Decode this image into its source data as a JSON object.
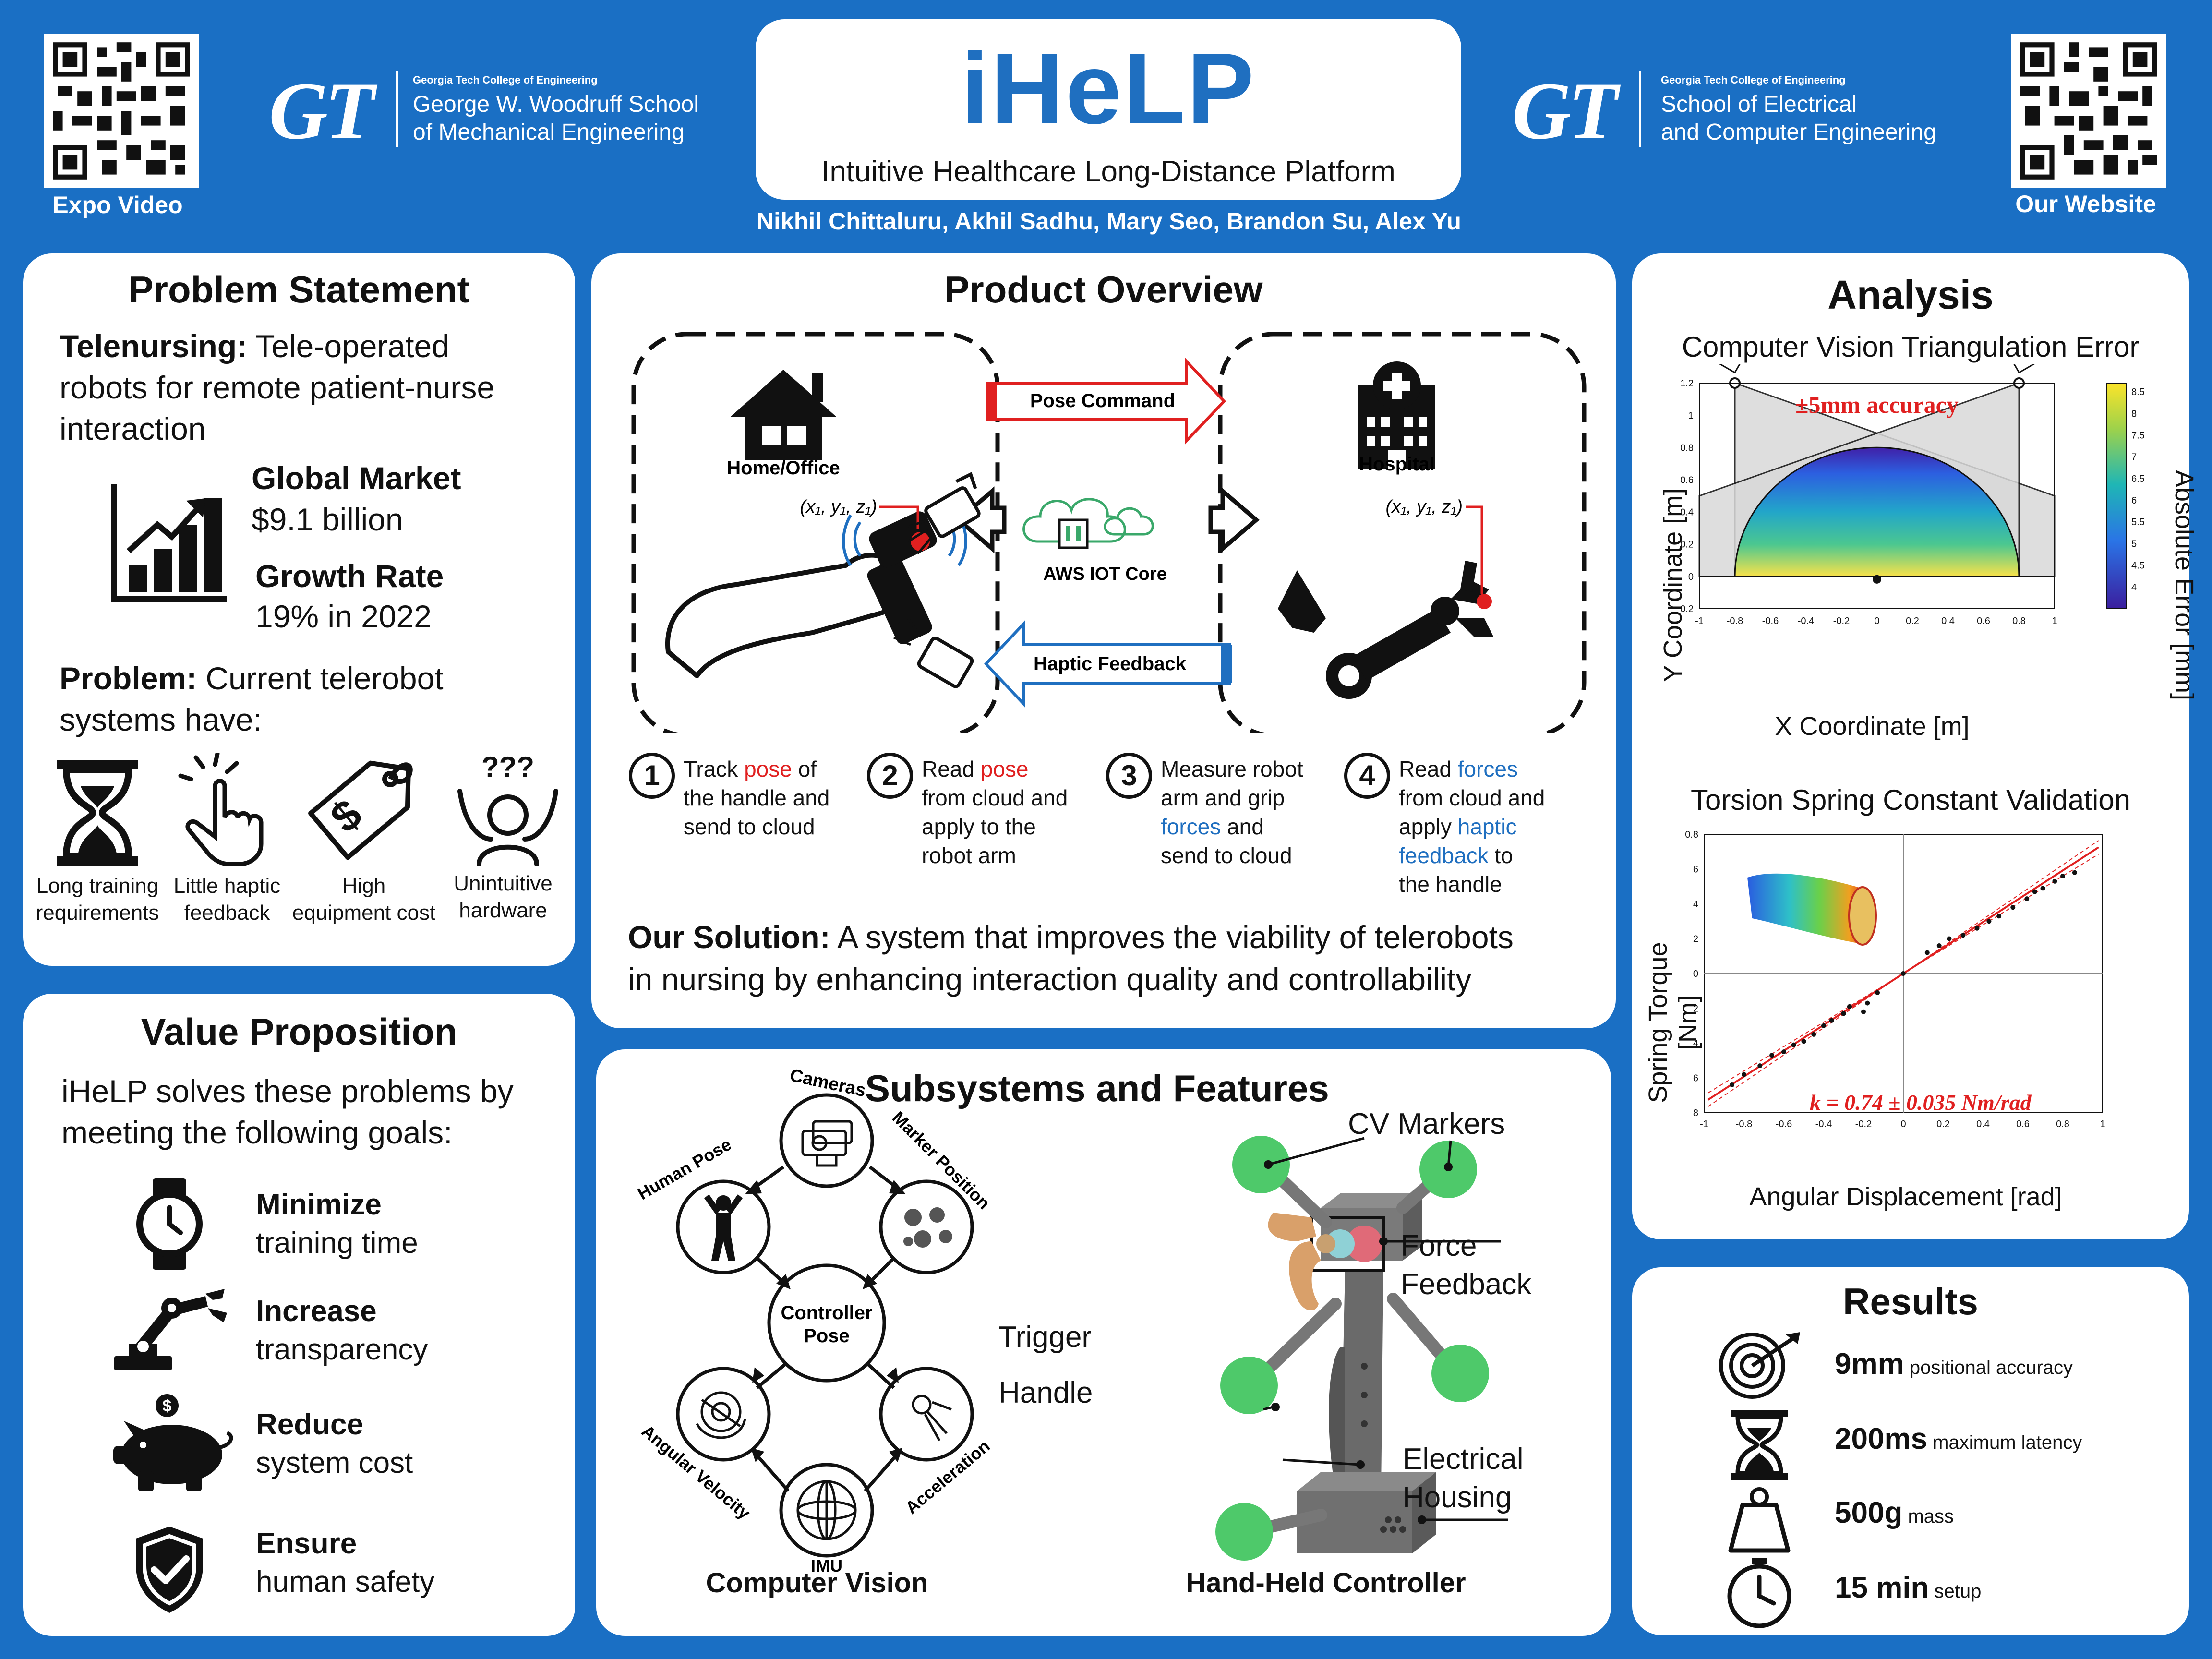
{
  "header": {
    "qr_left_label": "Expo Video",
    "qr_right_label": "Our Website",
    "me_school": {
      "college": "Georgia Tech College of Engineering",
      "line1": "George W. Woodruff School",
      "line2": "of Mechanical Engineering"
    },
    "ece_school": {
      "college": "Georgia Tech College of Engineering",
      "line1": "School of Electrical",
      "line2": "and Computer Engineering"
    },
    "logo_text": "GT",
    "title": "iHeLP",
    "subtitle": "Intuitive Healthcare Long-Distance Platform",
    "authors": "Nikhil Chittaluru, Akhil Sadhu, Mary Seo, Brandon Su, Alex Yu"
  },
  "problem": {
    "title": "Problem Statement",
    "telenursing_label": "Telenursing:",
    "telenursing_l1": " Tele-operated",
    "telenursing_l2": "robots for remote patient-nurse",
    "telenursing_l3": "interaction",
    "market_label": "Global Market",
    "market_value": "$9.1 billion",
    "growth_label": "Growth Rate",
    "growth_value": "19% in 2022",
    "problem_label": "Problem:",
    "problem_l1": " Current telerobot",
    "problem_l2": "systems have:",
    "issues": [
      {
        "l1": "Long training",
        "l2": "requirements"
      },
      {
        "l1": "Little haptic",
        "l2": "feedback"
      },
      {
        "l1": "High",
        "l2": "equipment cost"
      },
      {
        "l1": "Unintuitive",
        "l2": "hardware"
      }
    ],
    "qmarks": "???"
  },
  "value": {
    "title": "Value Proposition",
    "intro_l1": "iHeLP solves these problems by",
    "intro_l2": "meeting the following goals:",
    "goals": [
      {
        "head": "Minimize",
        "sub": "training time"
      },
      {
        "head": "Increase",
        "sub": "transparency"
      },
      {
        "head": "Reduce",
        "sub": "system cost"
      },
      {
        "head": "Ensure",
        "sub": "human safety"
      }
    ],
    "coin_symbol": "$"
  },
  "overview": {
    "title": "Product Overview",
    "home_label": "Home/Office",
    "hospital_label": "Hospital",
    "pose_command": "Pose Command",
    "haptic_feedback": "Haptic Feedback",
    "aws": "AWS IOT Core",
    "coord": "(x₁, y₁, z₁)",
    "steps": [
      {
        "n": "1",
        "a": "Track ",
        "b": "pose",
        "c": " of",
        "l2": "the handle and",
        "l3": "send to cloud",
        "l4": "",
        "l5": ""
      },
      {
        "n": "2",
        "a": "Read ",
        "b": "pose",
        "c": "",
        "l2": "from cloud and",
        "l3": "apply to the",
        "l4": "robot arm",
        "l5": ""
      },
      {
        "n": "3",
        "a": "Measure robot",
        "b": "",
        "c": "",
        "l2": "arm and grip",
        "l3": "forces",
        "l3b": " and",
        "l4": "send to cloud",
        "l5": ""
      },
      {
        "n": "4",
        "a": "Read ",
        "b": "forces",
        "c": "",
        "l2": "from cloud and",
        "l3": "apply ",
        "l3b": "haptic",
        "l4": "feedback",
        "l4b": " to",
        "l5": "the handle"
      }
    ],
    "solution_label": "Our Solution:",
    "solution_l1": " A system that improves the viability of telerobots",
    "solution_l2": "in nursing by enhancing interaction quality and controllability"
  },
  "subsystems": {
    "title": "Subsystems and Features",
    "cv_nodes": [
      "Cameras",
      "Marker Position",
      "Acceleration",
      "IMU",
      "Angular Velocity",
      "Human Pose"
    ],
    "center_l1": "Controller",
    "center_l2": "Pose",
    "cv_caption": "Computer Vision",
    "hhc_caption": "Hand-Held Controller",
    "labels": {
      "cv_markers": "CV Markers",
      "force_l1": "Force",
      "force_l2": "Feedback",
      "trigger": "Trigger",
      "handle": "Handle",
      "elec_l1": "Electrical",
      "elec_l2": "Housing"
    }
  },
  "analysis": {
    "title": "Analysis",
    "cv_title": "Computer Vision Triangulation Error",
    "accuracy_note": "±5mm accuracy",
    "cv_xlabel": "X Coordinate [m]",
    "cv_ylabel": "Y Coordinate [m]",
    "cv_cbar_label": "Absolute Error [mm]",
    "spring_title": "Torsion Spring Constant Validation",
    "spring_xlabel": "Angular Displacement [rad]",
    "spring_ylabel": "Spring Torque [Nm]",
    "k_label": "k = 0.74 ± 0.035 Nm/rad"
  },
  "chart_data": [
    {
      "type": "heatmap",
      "title": "Computer Vision Triangulation Error",
      "xlabel": "X Coordinate [m]",
      "ylabel": "Y Coordinate [m]",
      "colorbar_label": "Absolute Error [mm]",
      "xlim": [
        -1,
        1
      ],
      "ylim": [
        -0.2,
        1.2
      ],
      "x_ticks": [
        "-1",
        "-0.8",
        "-0.6",
        "-0.4",
        "-0.2",
        "0",
        "0.2",
        "0.4",
        "0.6",
        "0.8",
        "1"
      ],
      "y_ticks": [
        "1.2",
        "1",
        "0.8",
        "0.6",
        "0.4",
        "0.2",
        "0",
        "0.2"
      ],
      "colorbar_ticks": [
        "8.5",
        "8",
        "7.5",
        "7",
        "6.5",
        "6",
        "5.5",
        "5",
        "4.5",
        "4"
      ],
      "colorbar_range": [
        3.5,
        8.7
      ],
      "cameras": [
        {
          "x": -0.8,
          "y": 1.2
        },
        {
          "x": 0.8,
          "y": 1.2
        }
      ],
      "region": {
        "type": "semicircle",
        "center": [
          0,
          0
        ],
        "radius": 0.8
      },
      "annotation": "±5mm accuracy"
    },
    {
      "type": "scatter",
      "title": "Torsion Spring Constant Validation",
      "xlabel": "Angular Displacement [rad]",
      "ylabel": "Spring Torque [Nm]",
      "xlim": [
        -1,
        1
      ],
      "ylim": [
        -0.8,
        0.8
      ],
      "x_ticks": [
        "-1",
        "-0.8",
        "-0.6",
        "-0.4",
        "-0.2",
        "0",
        "0.2",
        "0.4",
        "0.6",
        "0.8",
        "1"
      ],
      "y_ticks": [
        "0.8",
        "6",
        "4",
        "2",
        "0",
        "2",
        "4",
        "6",
        "8"
      ],
      "points": [
        {
          "x": -0.86,
          "y": -0.64
        },
        {
          "x": -0.8,
          "y": -0.58
        },
        {
          "x": -0.72,
          "y": -0.53
        },
        {
          "x": -0.66,
          "y": -0.47
        },
        {
          "x": -0.6,
          "y": -0.45
        },
        {
          "x": -0.55,
          "y": -0.41
        },
        {
          "x": -0.5,
          "y": -0.39
        },
        {
          "x": -0.45,
          "y": -0.35
        },
        {
          "x": -0.4,
          "y": -0.3
        },
        {
          "x": -0.36,
          "y": -0.27
        },
        {
          "x": -0.3,
          "y": -0.23
        },
        {
          "x": -0.27,
          "y": -0.19
        },
        {
          "x": -0.2,
          "y": -0.22
        },
        {
          "x": -0.18,
          "y": -0.17
        },
        {
          "x": -0.13,
          "y": -0.11
        },
        {
          "x": 0.0,
          "y": 0.0
        },
        {
          "x": 0.12,
          "y": 0.12
        },
        {
          "x": 0.18,
          "y": 0.16
        },
        {
          "x": 0.23,
          "y": 0.2
        },
        {
          "x": 0.3,
          "y": 0.22
        },
        {
          "x": 0.37,
          "y": 0.26
        },
        {
          "x": 0.43,
          "y": 0.3
        },
        {
          "x": 0.48,
          "y": 0.33
        },
        {
          "x": 0.55,
          "y": 0.38
        },
        {
          "x": 0.62,
          "y": 0.43
        },
        {
          "x": 0.66,
          "y": 0.47
        },
        {
          "x": 0.7,
          "y": 0.49
        },
        {
          "x": 0.76,
          "y": 0.53
        },
        {
          "x": 0.8,
          "y": 0.56
        },
        {
          "x": 0.86,
          "y": 0.58
        }
      ],
      "fit": {
        "slope": 0.74,
        "intercept": 0
      },
      "annotation": "k = 0.74 ± 0.035 Nm/rad"
    }
  ],
  "results": {
    "title": "Results",
    "items": [
      {
        "value": "9mm",
        "label": " positional accuracy"
      },
      {
        "value": "200ms",
        "label": " maximum latency"
      },
      {
        "value": "500g",
        "label": " mass"
      },
      {
        "value": "15 min",
        "label": " setup"
      }
    ]
  },
  "colors": {
    "background": "#1a6fc4",
    "accent_red": "#e02020",
    "accent_blue": "#1f6fc0",
    "title_blue": "#1f6fc0",
    "marker_green": "#4ec96a"
  }
}
